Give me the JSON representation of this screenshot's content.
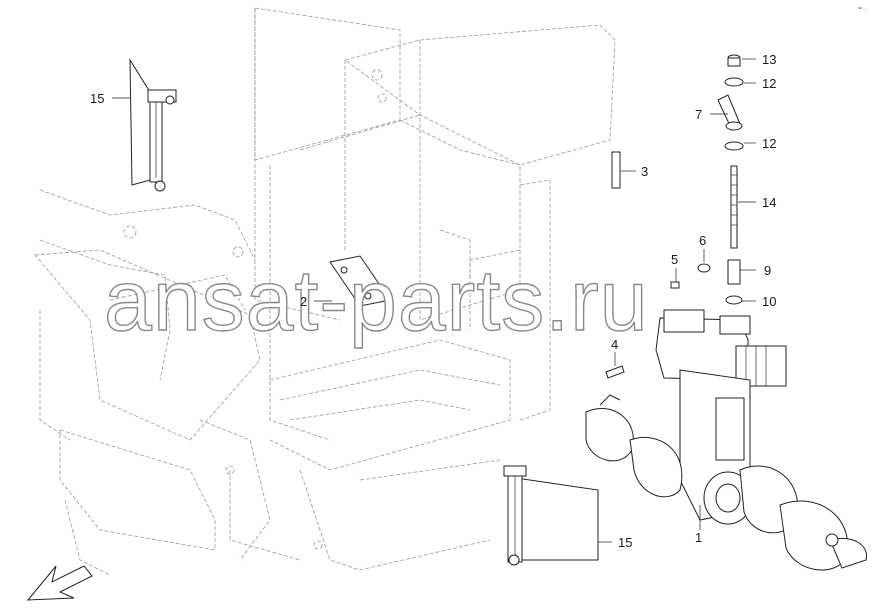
{
  "watermark": "ansat-parts.ru",
  "corner_code": "ᵃᵉ ...",
  "callouts": [
    {
      "id": "c15a",
      "label": "15"
    },
    {
      "id": "c13",
      "label": "13"
    },
    {
      "id": "c12a",
      "label": "12"
    },
    {
      "id": "c7",
      "label": "7"
    },
    {
      "id": "c12b",
      "label": "12"
    },
    {
      "id": "c3",
      "label": "3"
    },
    {
      "id": "c14",
      "label": "14"
    },
    {
      "id": "c6",
      "label": "6"
    },
    {
      "id": "c5",
      "label": "5"
    },
    {
      "id": "c9",
      "label": "9"
    },
    {
      "id": "c2",
      "label": "2"
    },
    {
      "id": "c10",
      "label": "10"
    },
    {
      "id": "c4",
      "label": "4"
    },
    {
      "id": "c15b",
      "label": "15"
    },
    {
      "id": "c1",
      "label": "1"
    }
  ]
}
